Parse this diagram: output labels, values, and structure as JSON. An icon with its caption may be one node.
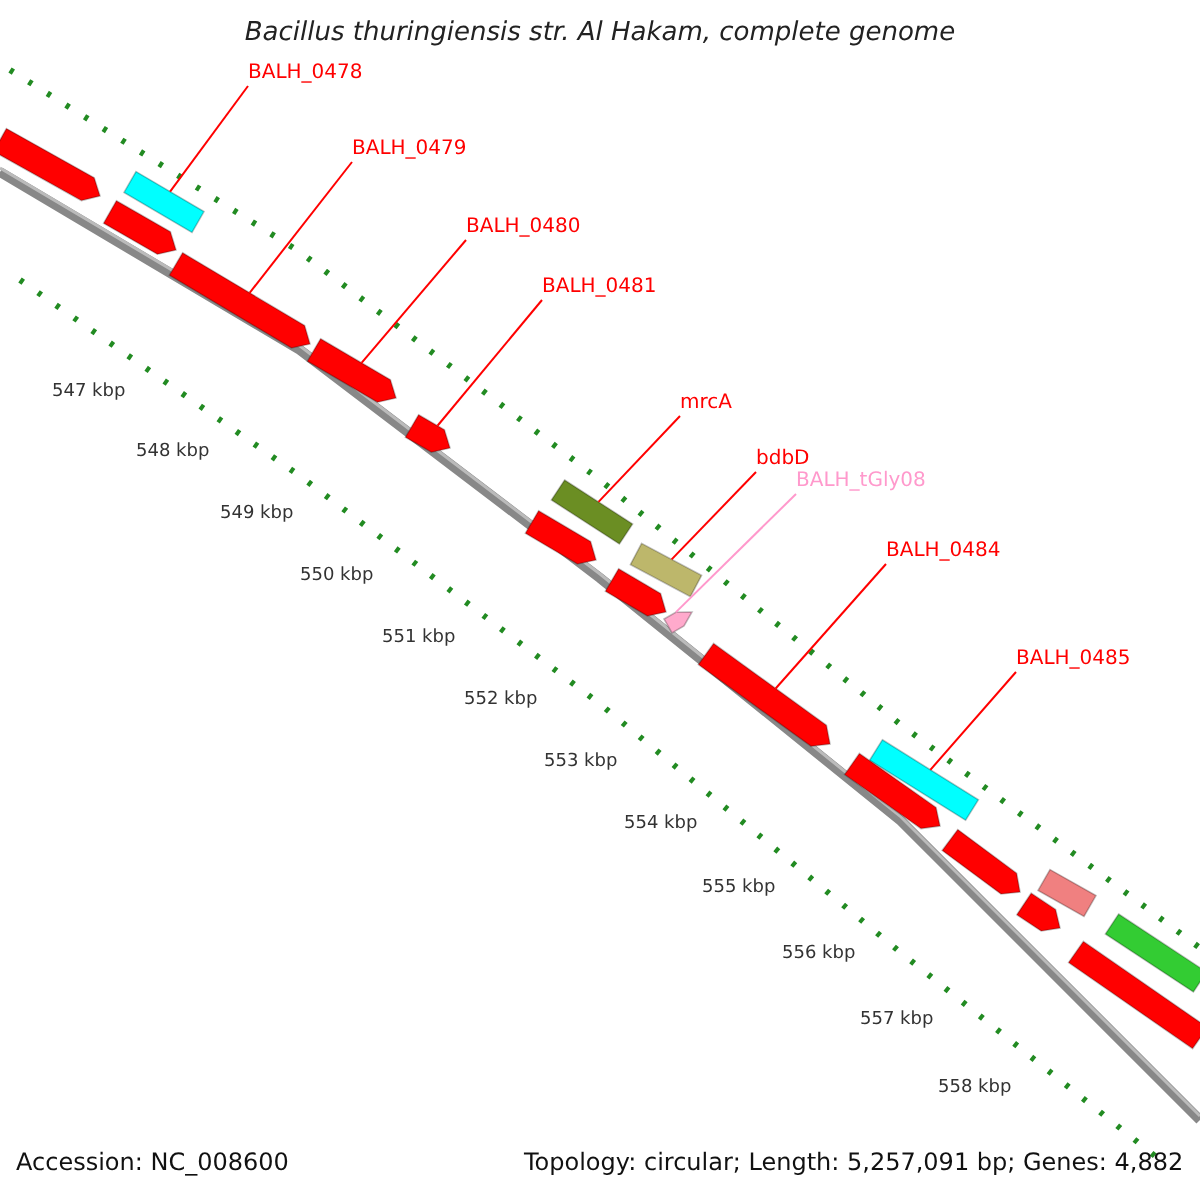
{
  "diagram": {
    "title": "Bacillus thuringiensis str. Al Hakam, complete genome",
    "nodes": [
      {
        "text": [
          "BALH_0478"
        ]
      },
      {
        "text": [],
        "shape": "bar"
      },
      {
        "text": [
          "BALH_0479"
        ]
      },
      {
        "text": [],
        "shape": "arrow"
      },
      {
        "text": [
          "BALH_0480"
        ]
      },
      {
        "text": [],
        "shape": "arrow"
      },
      {
        "text": [
          "BALH_0481"
        ]
      },
      {
        "text": [],
        "shape": "arrow"
      },
      {
        "text": [
          "mrcA"
        ]
      },
      {
        "text": [],
        "shape": "bar"
      },
      {
        "text": [
          "bdbD"
        ]
      },
      {
        "text": [],
        "shape": "bar"
      },
      {
        "text": [
          "BALH_tGly08"
        ]
      },
      {
        "text": [],
        "shape": "arrow"
      },
      {
        "text": [
          "BALH_0484"
        ]
      },
      {
        "text": [],
        "shape": "arrow"
      },
      {
        "text": [
          "BALH_0485"
        ]
      },
      {
        "text": [],
        "shape": "bar"
      },
      {
        "text": [],
        "shape": "arrow"
      },
      {
        "text": [],
        "shape": "arrow"
      },
      {
        "text": [],
        "shape": "arrow"
      },
      {
        "text": [],
        "shape": "arrow"
      },
      {
        "text": [],
        "shape": "arrow"
      },
      {
        "text": [],
        "shape": "arrow"
      },
      {
        "text": [],
        "shape": "bar"
      },
      {
        "text": [],
        "shape": "arrow"
      },
      {
        "text": [],
        "shape": "bar"
      },
      {
        "text": [],
        "shape": "bar"
      }
    ],
    "edges": [
      {
        "from": 0,
        "to": 1,
        "arrow": "none"
      },
      {
        "from": 2,
        "to": 3,
        "arrow": "none"
      },
      {
        "from": 4,
        "to": 5,
        "arrow": "none"
      },
      {
        "from": 6,
        "to": 7,
        "arrow": "none"
      },
      {
        "from": 8,
        "to": 9,
        "arrow": "none"
      },
      {
        "from": 10,
        "to": 11,
        "arrow": "none"
      },
      {
        "from": 12,
        "to": 13,
        "arrow": "none",
        "color": "#ff99cc"
      },
      {
        "from": 14,
        "to": 15,
        "arrow": "none"
      },
      {
        "from": 16,
        "to": 17,
        "arrow": "none"
      }
    ],
    "labels": [
      "547 kbp",
      "548 kbp",
      "549 kbp",
      "550 kbp",
      "551 kbp",
      "552 kbp",
      "553 kbp",
      "554 kbp",
      "555 kbp",
      "556 kbp",
      "557 kbp",
      "558 kbp",
      "Accession: NC_008600",
      "Topology: circular; Length: 5,257,091 bp; Genes: 4,882"
    ]
  }
}
